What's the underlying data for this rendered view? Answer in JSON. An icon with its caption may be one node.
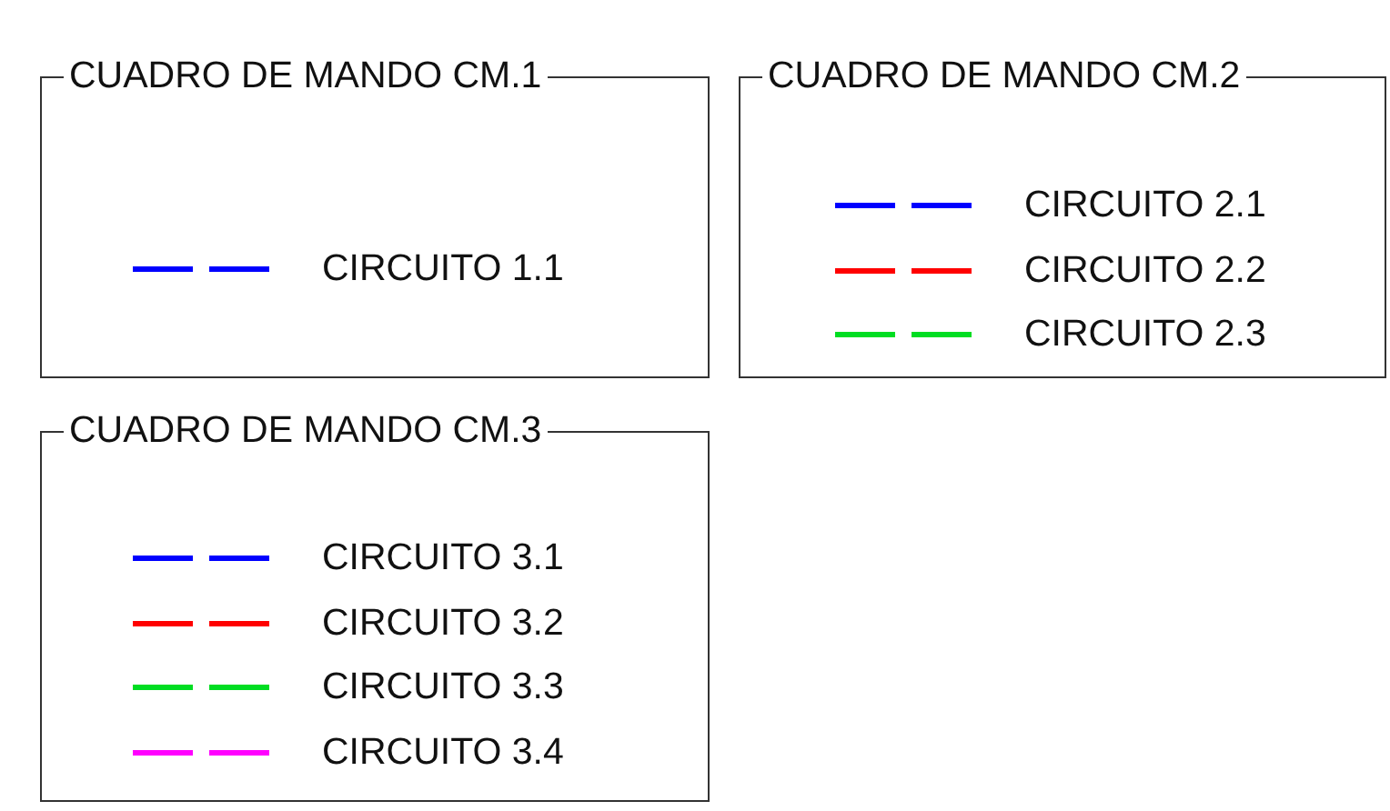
{
  "diagram": {
    "nodes": [
      {
        "text": [
          "CUADRO DE MANDO CM.1"
        ]
      },
      {
        "text": [
          "CUADRO DE MANDO CM.2"
        ]
      },
      {
        "text": [
          "CUADRO DE MANDO CM.3"
        ]
      }
    ],
    "legend": [
      {
        "text": "CIRCUITO 1.1",
        "color": "#0000ff"
      },
      {
        "text": "CIRCUITO 2.1",
        "color": "#0000ff"
      },
      {
        "text": "CIRCUITO 2.2",
        "color": "#ff0000"
      },
      {
        "text": "CIRCUITO 2.3",
        "color": "#00dd22"
      },
      {
        "text": "CIRCUITO 3.1",
        "color": "#0000ff"
      },
      {
        "text": "CIRCUITO 3.2",
        "color": "#ff0000"
      },
      {
        "text": "CIRCUITO 3.3",
        "color": "#00dd22"
      },
      {
        "text": "CIRCUITO 3.4",
        "color": "#ff00ff"
      }
    ]
  }
}
